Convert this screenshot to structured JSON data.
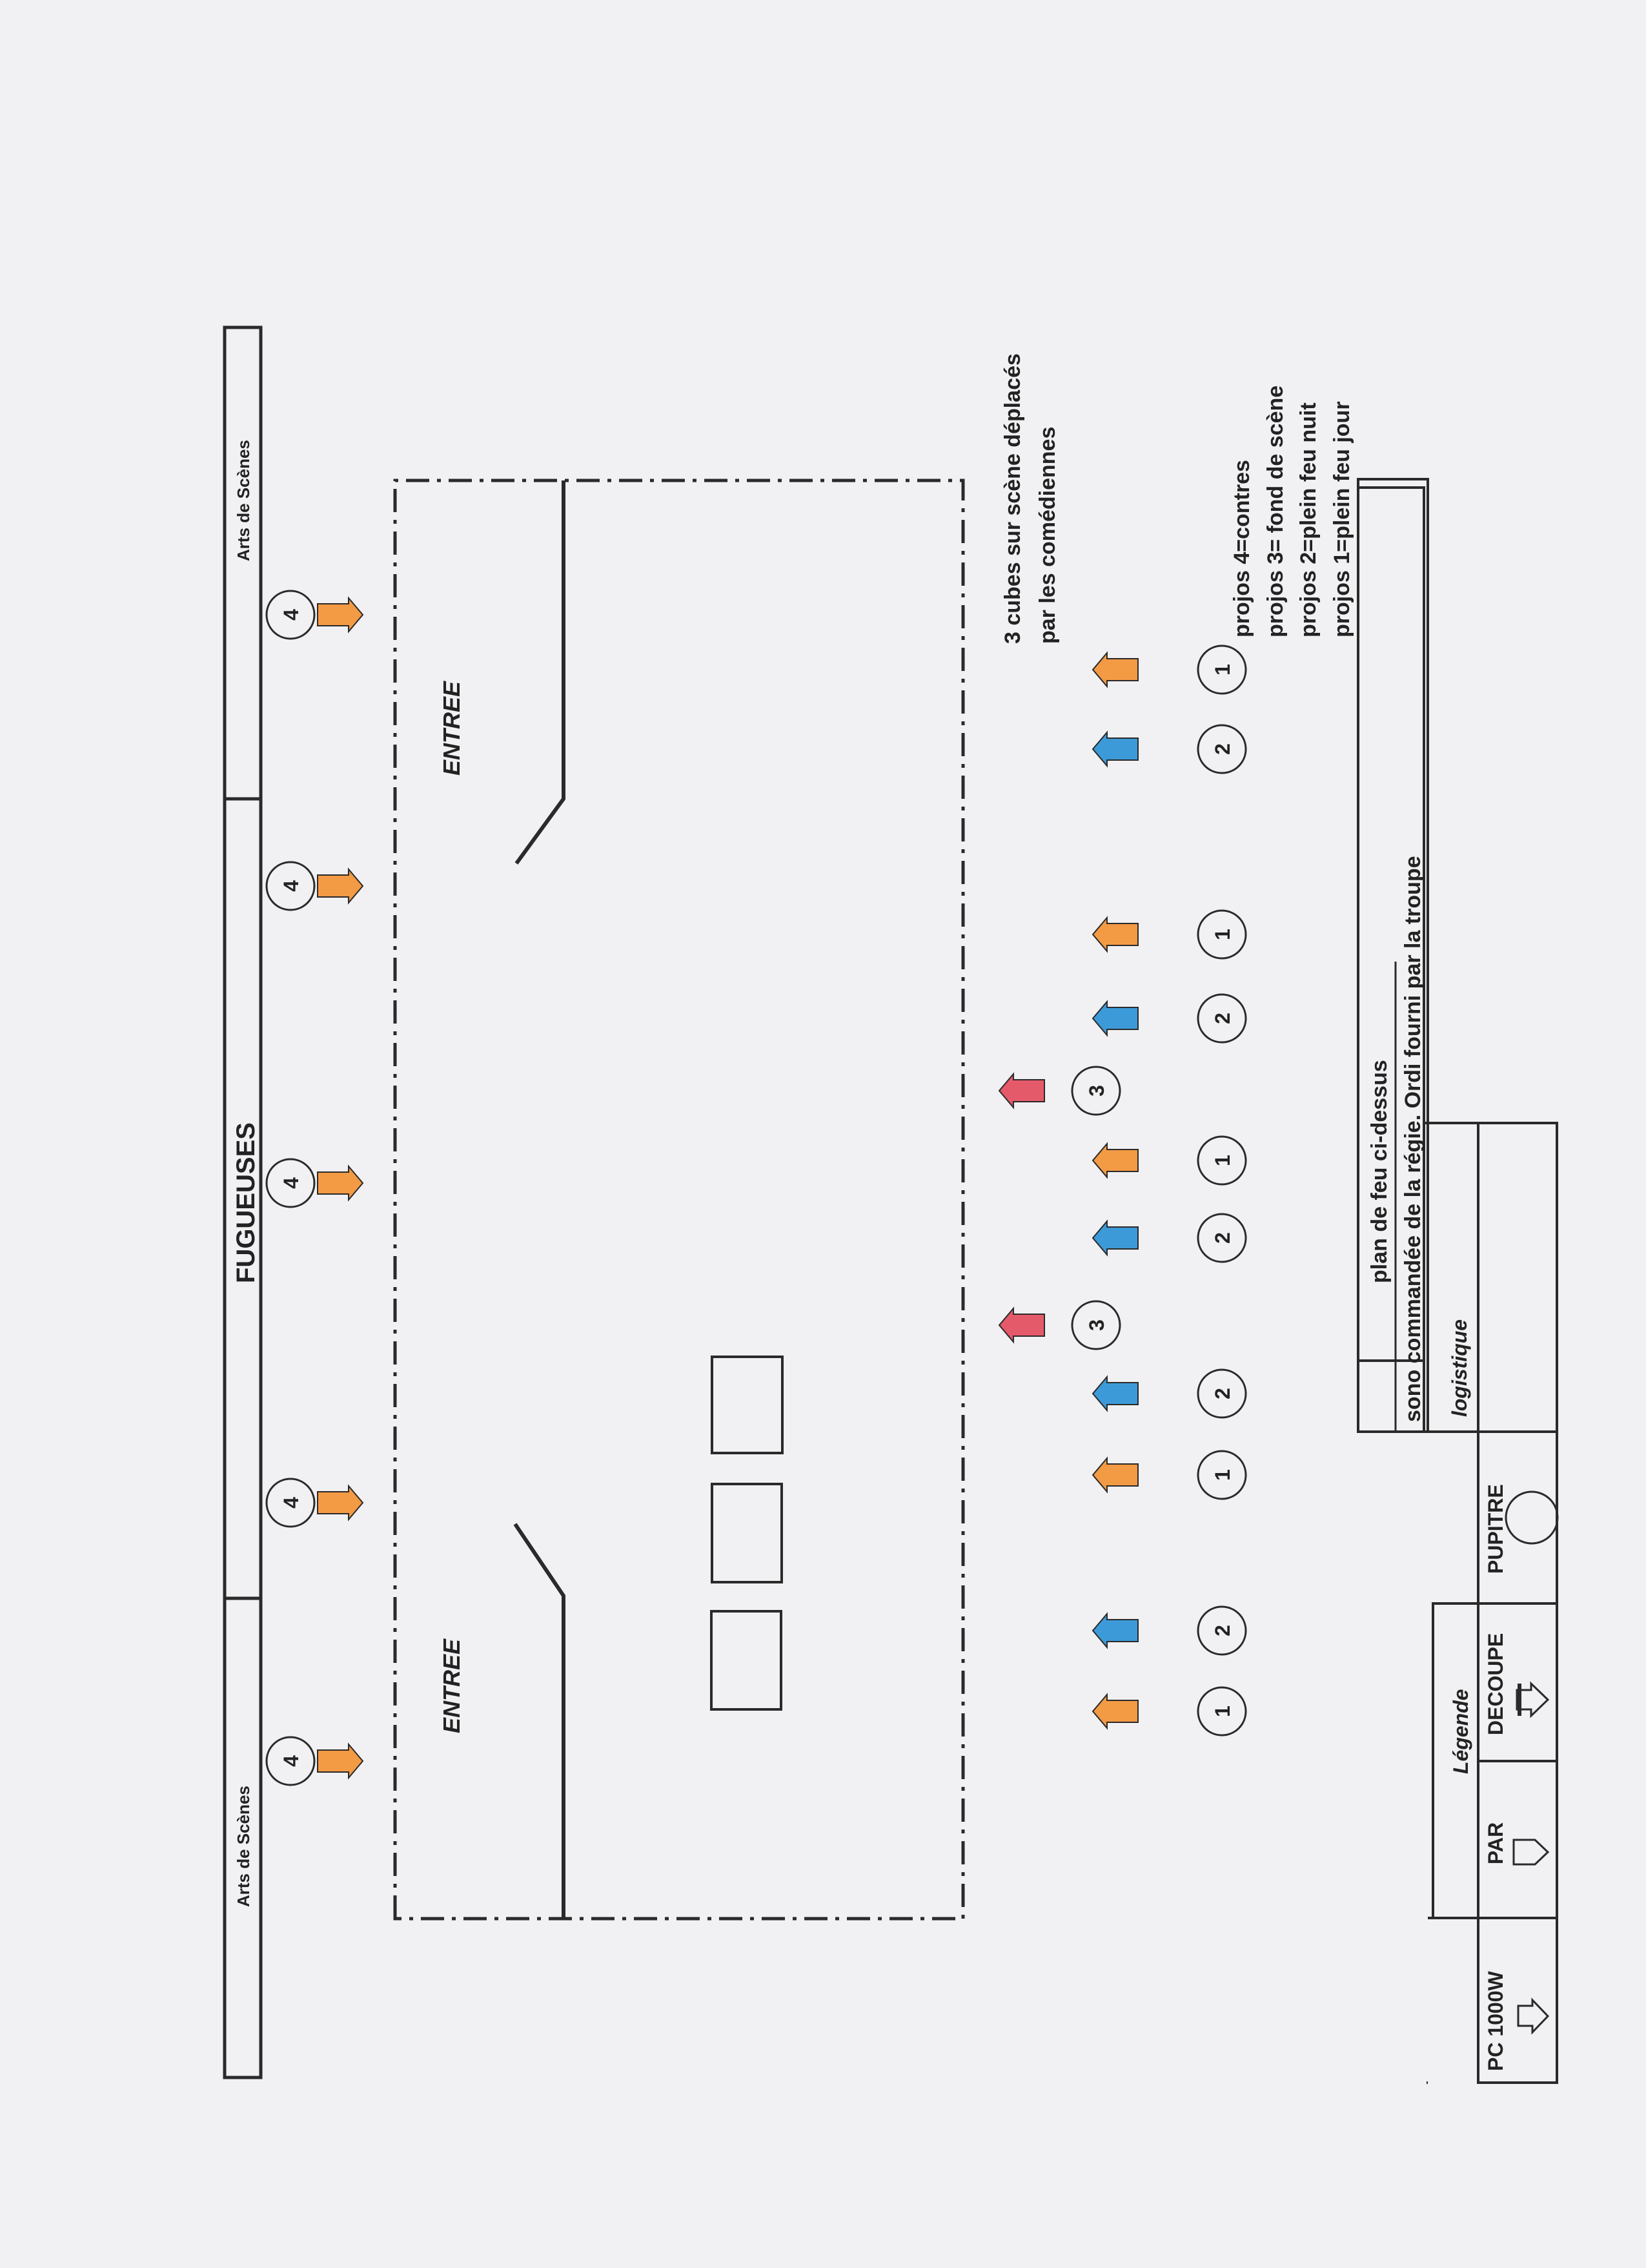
{
  "title": "FUGUEUSES",
  "truss_labels": [
    "Arts de Scènes",
    "Arts de Scènes"
  ],
  "entrance_label": "ENTREE",
  "note": [
    "3 cubes sur scène déplacés",
    "par les comédiennes"
  ],
  "projector_key": [
    "projos 4=contres",
    "projos 3= fond de scène",
    "projos 2=plein feu nuit",
    "projos 1=plein feu jour"
  ],
  "legend": {
    "title": "Légende",
    "columns": [
      "PC 1000W",
      "PAR",
      "DECOUPE",
      "PUPITRE"
    ]
  },
  "logistics": {
    "label": "logistique",
    "lines": [
      "plan de feu ci-dessus",
      "sono commandée de la régie. Ordi fourni par la troupe"
    ]
  },
  "colors": {
    "orange": "#f39a45",
    "blue": "#3d9ad8",
    "red": "#e55a6a",
    "line": "#2a2a2a",
    "paper": "#f1f0f2"
  },
  "projectors": [
    {
      "num": "4",
      "color": "orange"
    },
    {
      "num": "4",
      "color": "orange"
    },
    {
      "num": "4",
      "color": "orange"
    },
    {
      "num": "4",
      "color": "orange"
    },
    {
      "num": "4",
      "color": "orange"
    },
    {
      "num": "1",
      "color": "orange"
    },
    {
      "num": "2",
      "color": "blue"
    },
    {
      "num": "1",
      "color": "orange"
    },
    {
      "num": "2",
      "color": "blue"
    },
    {
      "num": "3",
      "color": "red"
    },
    {
      "num": "2",
      "color": "blue"
    },
    {
      "num": "1",
      "color": "orange"
    },
    {
      "num": "3",
      "color": "red"
    },
    {
      "num": "2",
      "color": "blue"
    },
    {
      "num": "1",
      "color": "orange"
    },
    {
      "num": "2",
      "color": "blue"
    },
    {
      "num": "1",
      "color": "orange"
    }
  ]
}
